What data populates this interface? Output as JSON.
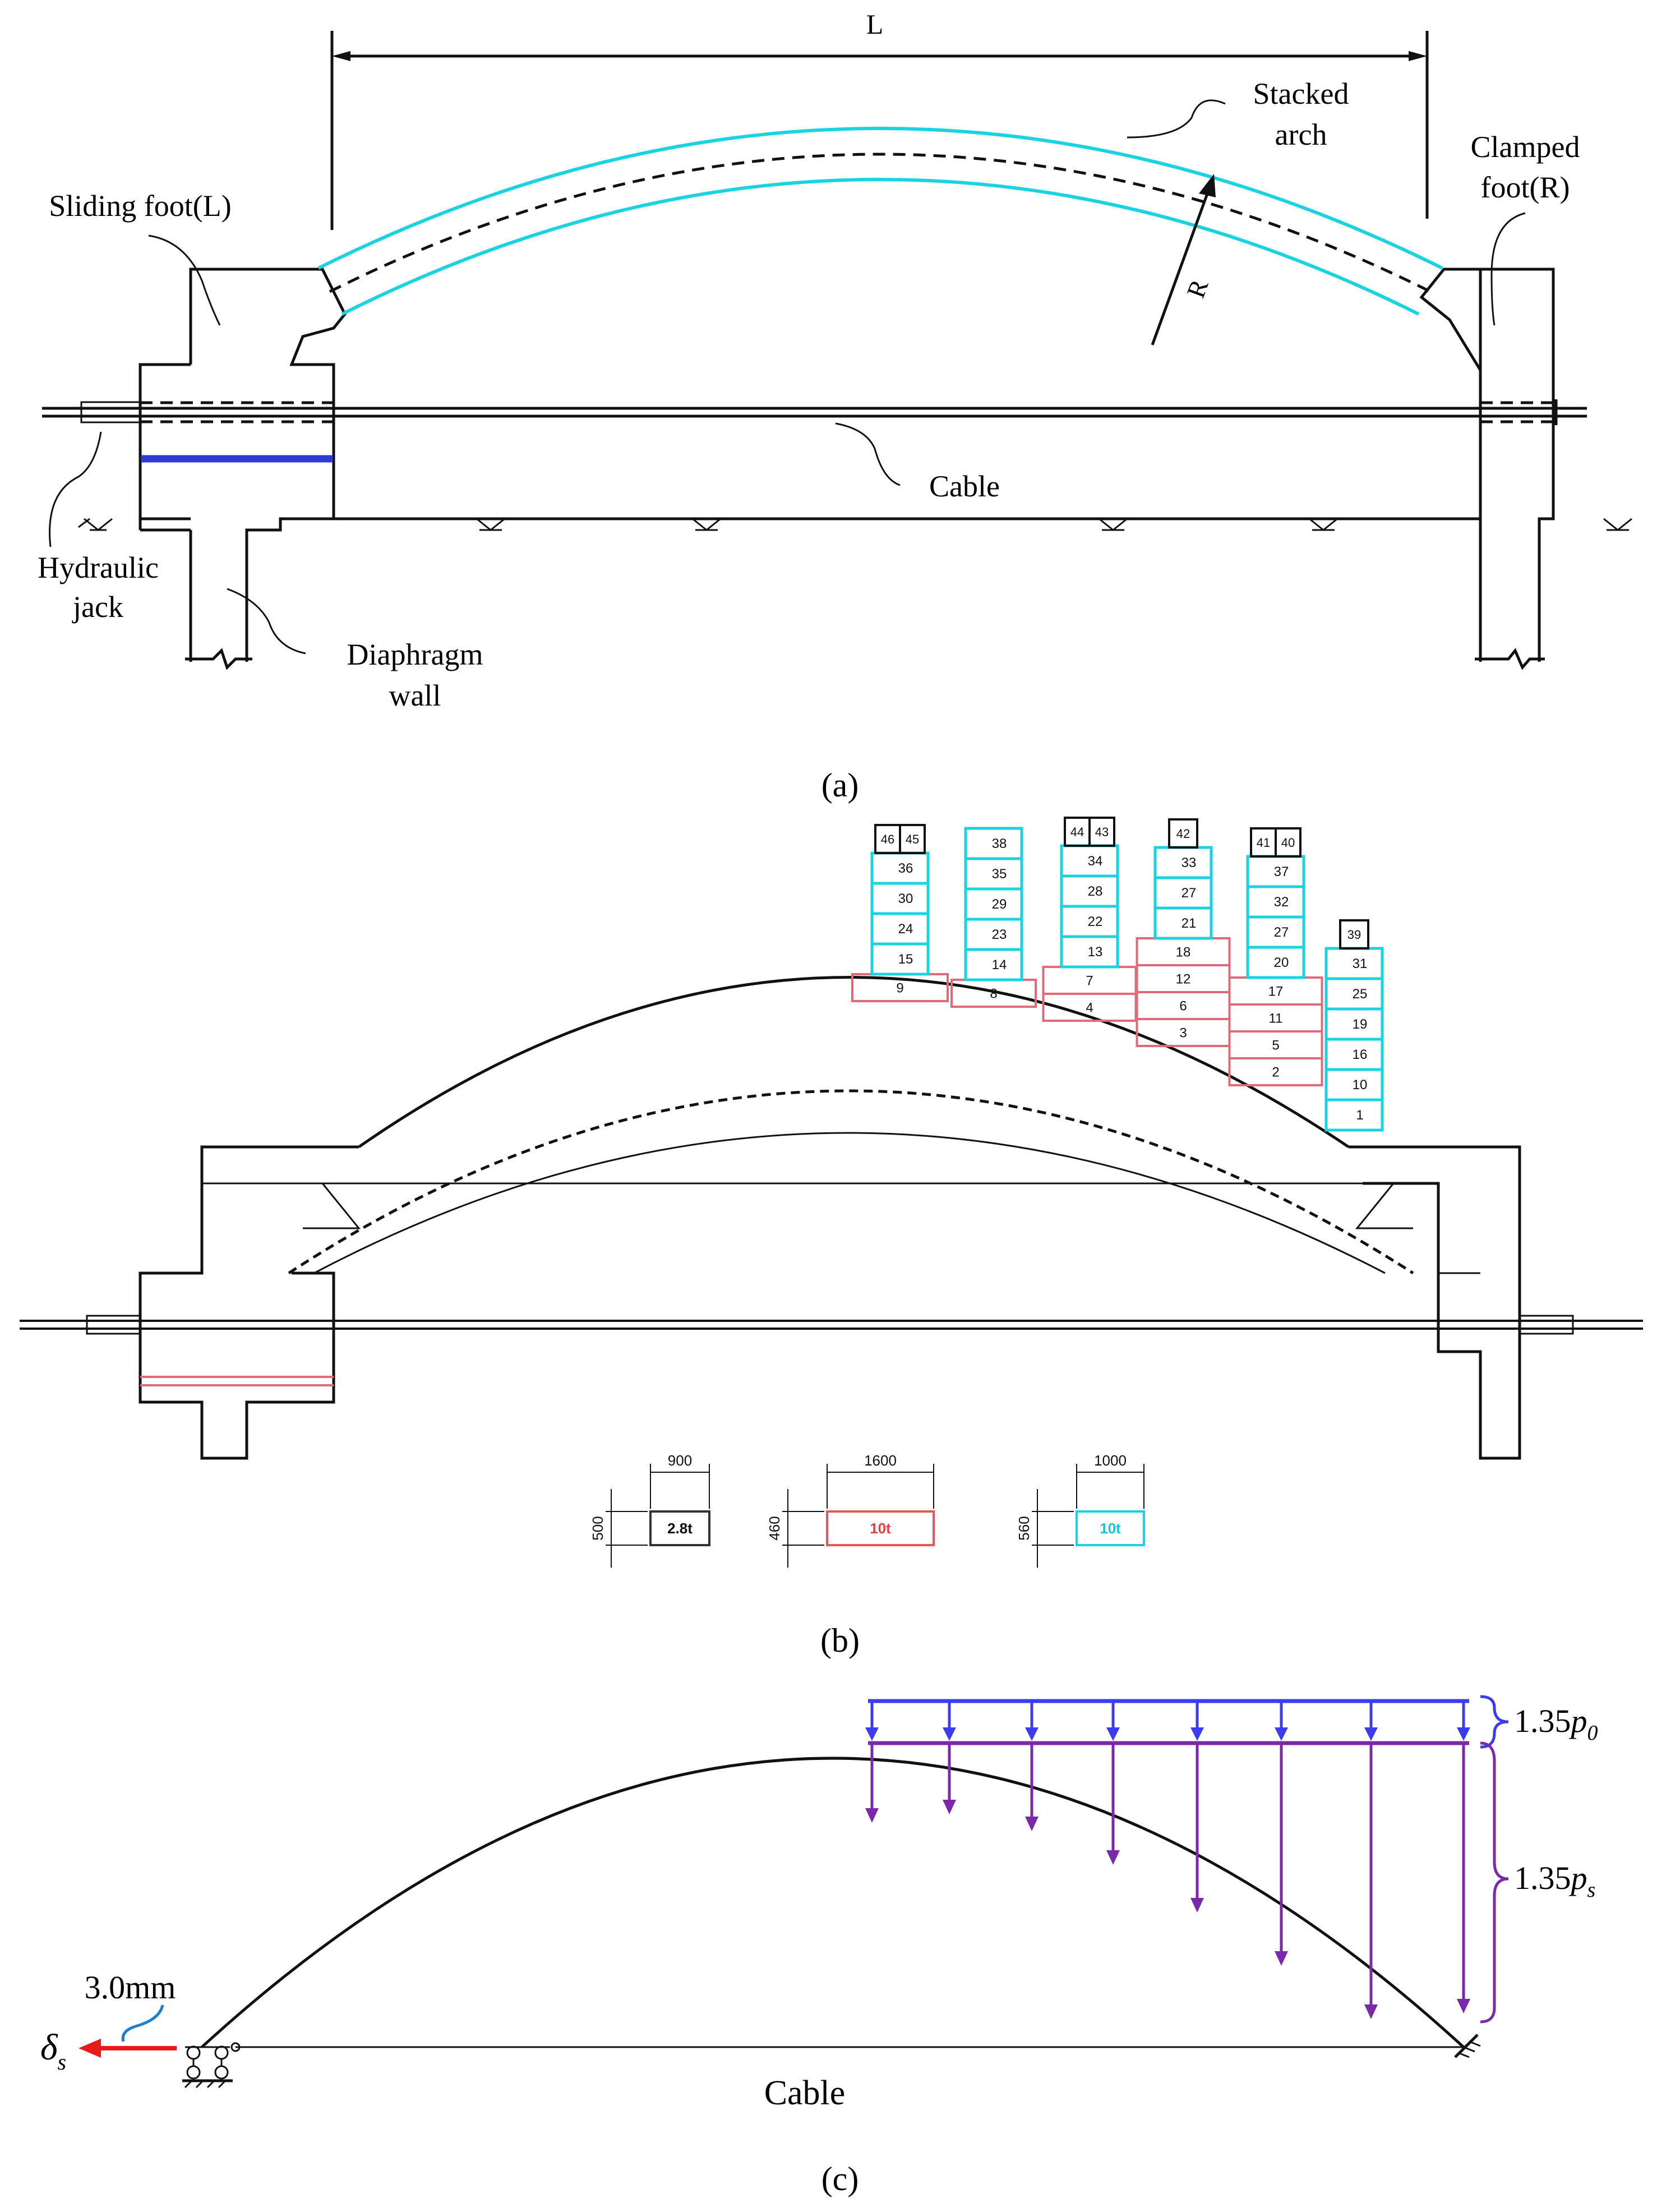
{
  "panel_a": {
    "caption": "(a)",
    "span_label": "L",
    "radius_label": "R",
    "labels": {
      "stacked_arch": [
        "Stacked",
        "arch"
      ],
      "clamped_foot": [
        "Clamped",
        "foot(R)"
      ],
      "sliding_foot": "Sliding foot(L)",
      "cable": "Cable",
      "hydraulic_jack": [
        "Hydraulic",
        "jack"
      ],
      "diaphragm_wall": [
        "Diaphragm",
        "wall"
      ]
    },
    "colors": {
      "arch_edge": "#19d3e0",
      "sliding_layer": "#2e3bd8"
    }
  },
  "panel_b": {
    "caption": "(b)",
    "stacks": [
      {
        "top": [
          "46",
          "45"
        ],
        "cyan": [
          "36",
          "30",
          "24",
          "15"
        ],
        "red": [
          "9"
        ]
      },
      {
        "top": [],
        "cyan": [
          "38",
          "35",
          "29",
          "23",
          "14"
        ],
        "red": [
          "8"
        ]
      },
      {
        "top": [
          "44",
          "43"
        ],
        "cyan": [
          "34",
          "28",
          "22",
          "13"
        ],
        "red": [
          "7",
          "4"
        ]
      },
      {
        "top": [
          "42"
        ],
        "cyan": [
          "33",
          "27",
          "21"
        ],
        "red": [
          "18",
          "12",
          "6",
          "3"
        ]
      },
      {
        "top": [
          "41",
          "40"
        ],
        "cyan": [
          "37",
          "32",
          "27",
          "20"
        ],
        "red": [
          "17",
          "11",
          "5",
          "2"
        ]
      },
      {
        "top": [
          "39"
        ],
        "cyan": [
          "31",
          "25",
          "19",
          "16",
          "10",
          "1"
        ],
        "red": []
      }
    ],
    "legend": [
      {
        "width": "900",
        "height": "500",
        "label": "2.8t",
        "color": "#333333"
      },
      {
        "width": "1600",
        "height": "460",
        "label": "10t",
        "color": "#e05a5a"
      },
      {
        "width": "1000",
        "height": "560",
        "label": "10t",
        "color": "#19d3e0"
      }
    ],
    "colors": {
      "cyan": "#19d3e0",
      "red": "#e06b78",
      "black": "#111111"
    }
  },
  "panel_c": {
    "caption": "(c)",
    "load_p0_label": "1.35p0",
    "load_ps_label": "1.35ps",
    "displacement_value": "3.0mm",
    "displacement_symbol": "δs",
    "cable_label": "Cable",
    "colors": {
      "p0": "#3b3bf0",
      "ps": "#7a2aa8",
      "displacement": "#e81a1a",
      "leader": "#1c7fd6"
    }
  }
}
